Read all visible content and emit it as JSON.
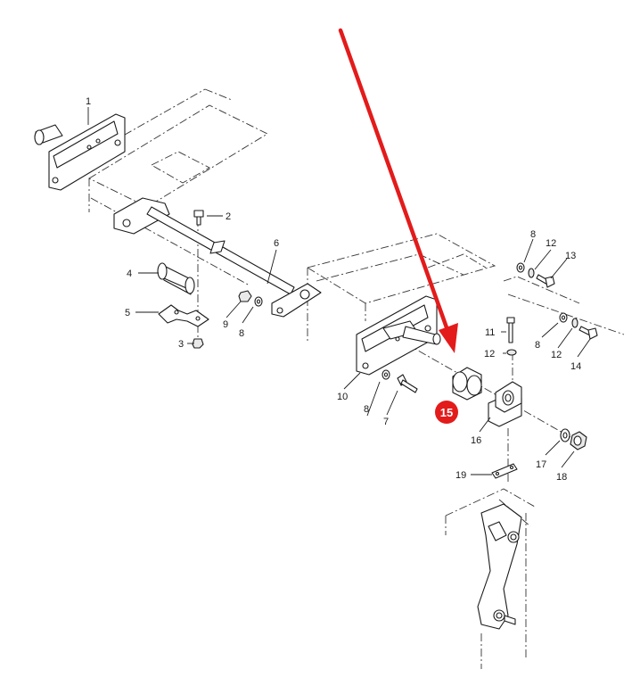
{
  "diagram": {
    "callouts": [
      {
        "id": "c1",
        "text": "1"
      },
      {
        "id": "c2",
        "text": "2"
      },
      {
        "id": "c3",
        "text": "3"
      },
      {
        "id": "c4",
        "text": "4"
      },
      {
        "id": "c5",
        "text": "5"
      },
      {
        "id": "c6",
        "text": "6"
      },
      {
        "id": "c7",
        "text": "7"
      },
      {
        "id": "c8a",
        "text": "8"
      },
      {
        "id": "c8b",
        "text": "8"
      },
      {
        "id": "c8c",
        "text": "8"
      },
      {
        "id": "c8d",
        "text": "8"
      },
      {
        "id": "c9",
        "text": "9"
      },
      {
        "id": "c10",
        "text": "10"
      },
      {
        "id": "c11",
        "text": "11"
      },
      {
        "id": "c12a",
        "text": "12"
      },
      {
        "id": "c12b",
        "text": "12"
      },
      {
        "id": "c12c",
        "text": "12"
      },
      {
        "id": "c13",
        "text": "13"
      },
      {
        "id": "c14",
        "text": "14"
      },
      {
        "id": "c16",
        "text": "16"
      },
      {
        "id": "c17",
        "text": "17"
      },
      {
        "id": "c18",
        "text": "18"
      },
      {
        "id": "c19",
        "text": "19"
      }
    ],
    "highlight": {
      "text": "15",
      "color": "#e31b1b"
    },
    "arrow_color": "#e31b1b"
  }
}
